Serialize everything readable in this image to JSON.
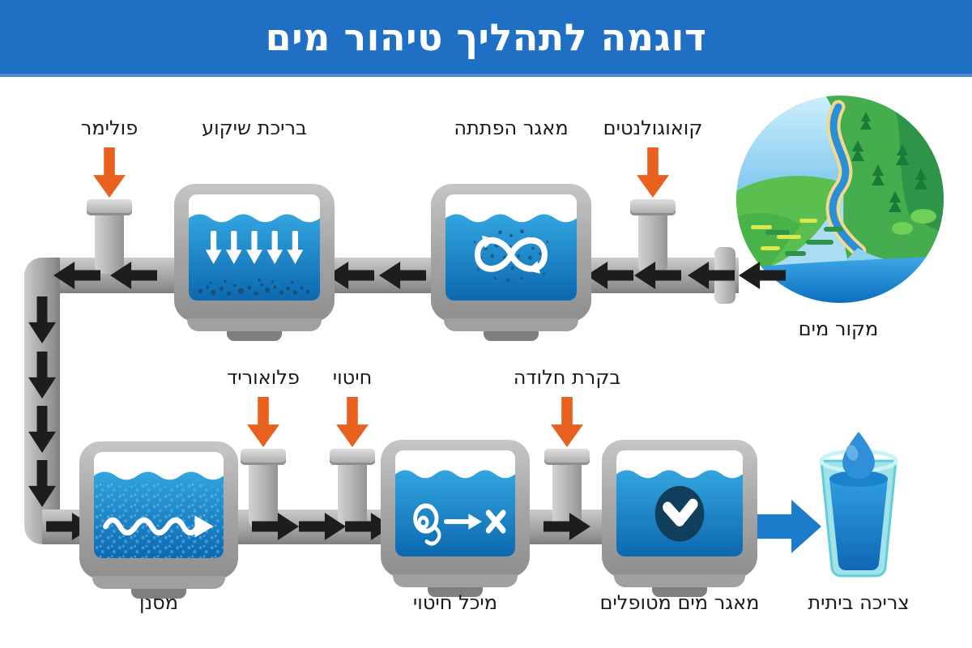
{
  "title": "דוגמה לתהליך טיהור מים",
  "stages": {
    "source": "מקור מים",
    "flocculation": "מאגר הפתתה",
    "sedimentation": "בריכת שיקוע",
    "filter": "מסנן",
    "disinfection_tank": "מיכל חיטוי",
    "treated_reservoir": "מאגר מים מטופלים",
    "consumption": "צריכה ביתית"
  },
  "chemicals": {
    "coagulants": "קואוגולנטים",
    "polymer": "פולימר",
    "fluoride": "פלואוריד",
    "disinfectant": "חיטוי",
    "rust_control": "בקרת חלודה"
  },
  "colors": {
    "banner_blue": "#1f6fc4",
    "water_top": "#32a5df",
    "water_bottom": "#0d68b0",
    "pipe_gray": "#a8a8a8",
    "flow_arrow_black": "#1d1d1d",
    "injection_orange": "#e8611e",
    "outflow_blue": "#1b7ccb"
  }
}
